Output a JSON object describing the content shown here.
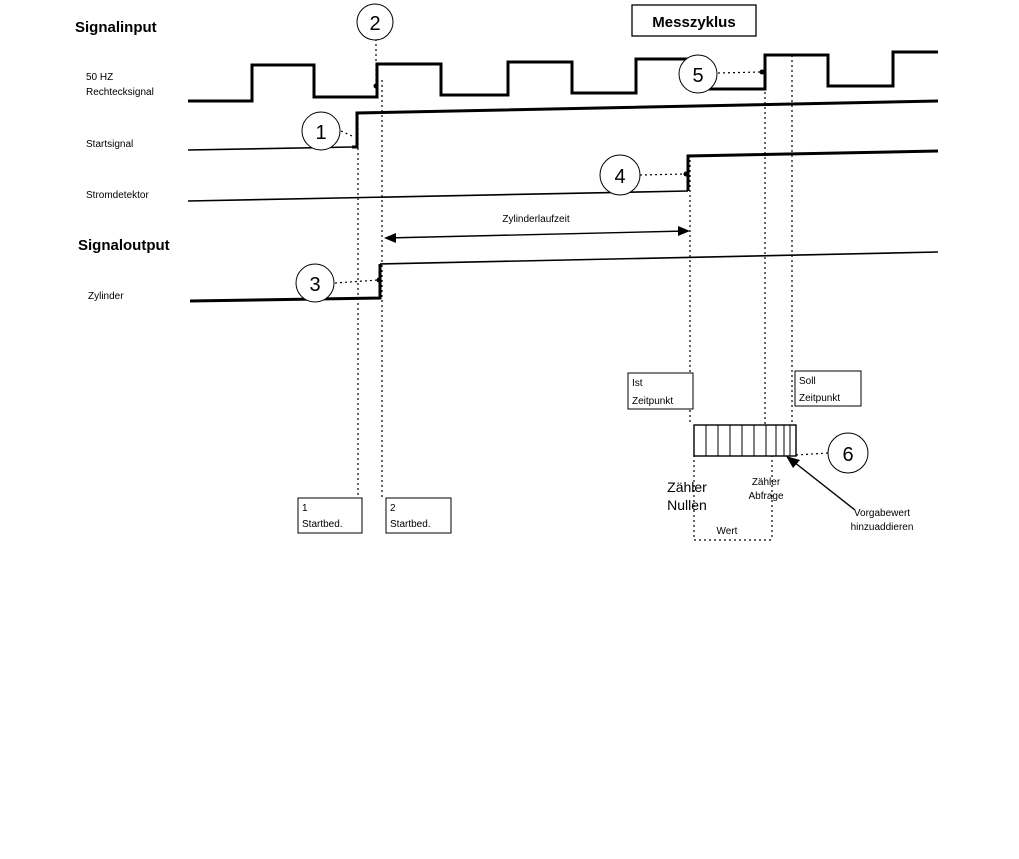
{
  "labels": {
    "signal_input": "Signalinput",
    "signal_output": "Signaloutput",
    "mess_zyklus": "Messzyklus",
    "rect_signal_line1": "50 HZ",
    "rect_signal_line2": "Rechtecksignal",
    "start_signal": "Startsignal",
    "strom_detektor": "Stromdetektor",
    "zylinder": "Zylinder",
    "zylinderlaufzeit": "Zylinderlaufzeit",
    "ist_line1": "Ist",
    "ist_line2": "Zeitpunkt",
    "soll_line1": "Soll",
    "soll_line2": "Zeitpunkt",
    "zaehler_nullen_line1": "Zähler",
    "zaehler_nullen_line2": "Nullen",
    "zaehler_abfrage_line1": "Zähler",
    "zaehler_abfrage_line2": "Abfrage",
    "vorgabe_line1": "Vorgabewert",
    "vorgabe_line2": "hinzuaddieren",
    "wert": "Wert",
    "startbed1_line1": "1",
    "startbed1_line2": "Startbed.",
    "startbed2_line1": "2",
    "startbed2_line2": "Startbed."
  },
  "markers": [
    "1",
    "2",
    "3",
    "4",
    "5",
    "6"
  ]
}
